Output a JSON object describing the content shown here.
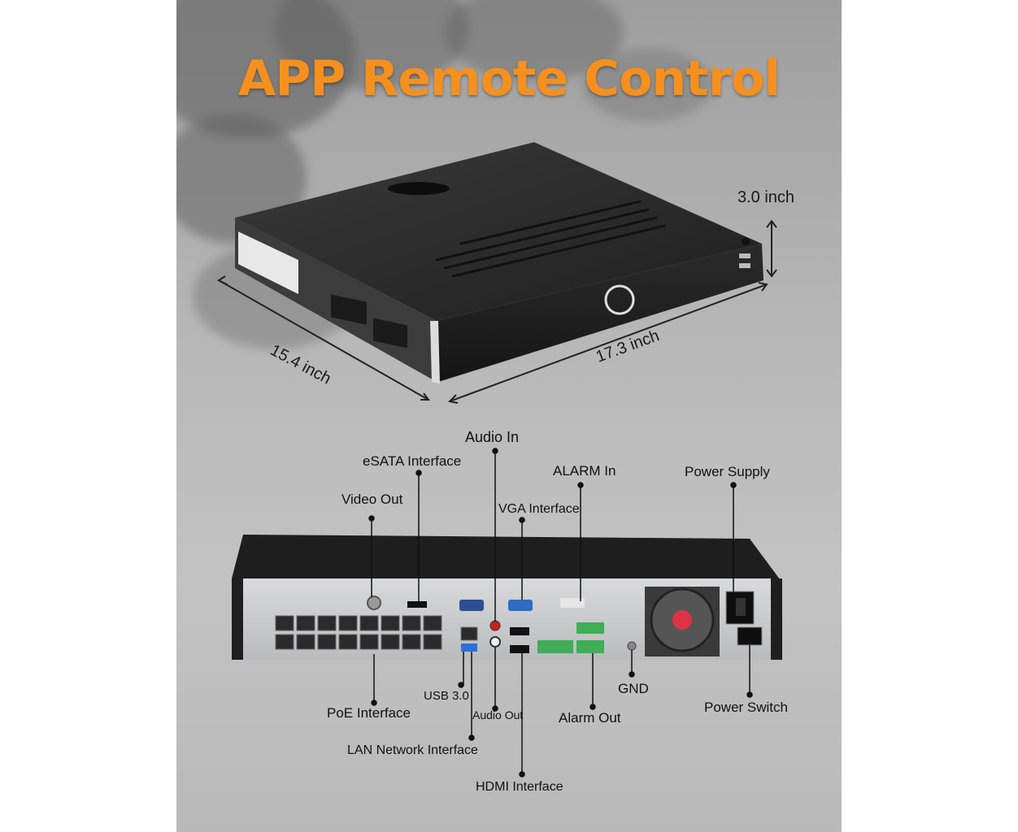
{
  "title": "APP Remote Control",
  "colors": {
    "title": "#f5901e",
    "device_body": "#2a2a2a",
    "panel_background": "#b5b5b5"
  },
  "dimensions": {
    "depth": "15.4 inch",
    "width": "17.3 inch",
    "height": "3.0 inch"
  },
  "rear_labels": {
    "audio_in": "Audio In",
    "esata": "eSATA Interface",
    "alarm_in": "ALARM In",
    "power_supply": "Power Supply",
    "video_out": "Video Out",
    "vga": "VGA Interface",
    "usb": "USB 3.0",
    "gnd": "GND",
    "poe": "PoE Interface",
    "audio_out": "Audio Out",
    "alarm_out": "Alarm Out",
    "power_switch": "Power Switch",
    "lan": "LAN Network Interface",
    "hdmi": "HDMI Interface"
  }
}
